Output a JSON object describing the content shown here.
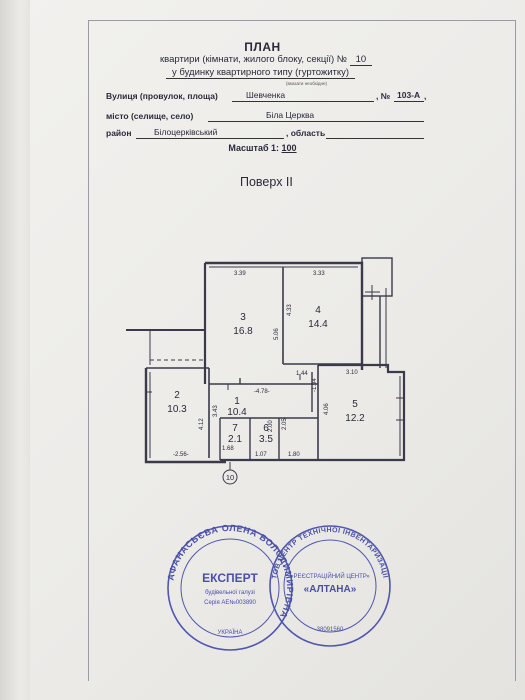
{
  "header": {
    "title": "ПЛАН",
    "line1_prefix": "квартири (кімнати, жилого блоку, секції) №",
    "apartment_no": "10",
    "line2": "у будинку квартирного типу (гуртожитку)",
    "hint": "(вказати необхідне)"
  },
  "address": {
    "street_label": "Вулиця (провулок, площа)",
    "street_value": "Шевченка",
    "number_label": ", №",
    "number_value": "103-А",
    "number_suffix": ",",
    "city_label": "місто (селище, село)",
    "city_value": "Біла Церква",
    "district_label": "район",
    "district_value": "Білоцерківський",
    "region_label": ", область"
  },
  "scale": {
    "label": "Масштаб 1:",
    "value": "100"
  },
  "floor_label": "Поверх II",
  "plan": {
    "rooms": [
      {
        "no": "1",
        "area": "10.4"
      },
      {
        "no": "2",
        "area": "10.3"
      },
      {
        "no": "3",
        "area": "16.8"
      },
      {
        "no": "4",
        "area": "14.4"
      },
      {
        "no": "5",
        "area": "12.2"
      },
      {
        "no": "6",
        "area": "3.5"
      },
      {
        "no": "7",
        "area": "2.1"
      }
    ],
    "dims": {
      "d339": "3.39",
      "d333": "3.33",
      "d506": "5.06",
      "d433": "4.33",
      "d478": "-4.78-",
      "d144": "1.44",
      "d194": "-1.94",
      "d310": "3.10",
      "d343": "3.43",
      "d412": "4.12",
      "d256": "-2.56-",
      "d168": "1.68",
      "d107": "1.07",
      "d180": "1.80",
      "d200": "2.00",
      "d205": "2.05",
      "d406": "4.06"
    },
    "axis_label": "10"
  },
  "stamps": {
    "left_ring": "АФАНАСЬЄВА ОЛЕНА ВОЛОДИМИРІВНА",
    "left_title": "ЕКСПЕРТ",
    "left_sub": "будівельної галузі",
    "left_serial": "Серія АЕ№003890",
    "left_country": "УКРАЇНА",
    "right_ring": "ТОВ ЦЕНТР ТЕХНІЧНОЇ ІНВЕНТАРИЗАЦІЇ",
    "right_title": "«РЕЄСТРАЦІЙНИЙ ЦЕНТР»",
    "right_name": "«АЛТАНА»",
    "right_code": "38091560"
  }
}
